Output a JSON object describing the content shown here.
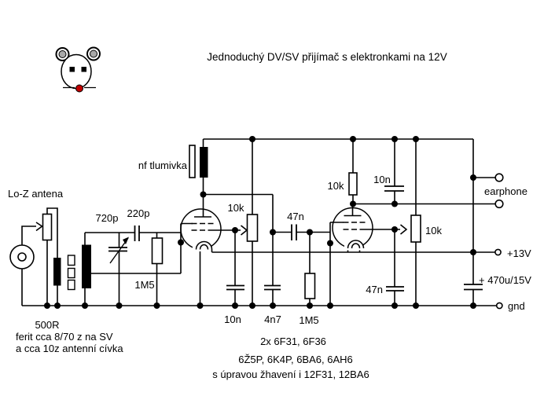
{
  "title": "Jednoduchý DV/SV přijímač s elektronkami na 12V",
  "schematic": {
    "antenna_label": "Lo-Z antena",
    "choke_label": "nf tlumivka",
    "pot_antenna": "500R",
    "note_line1": "ferit cca 8/70 z na SV",
    "note_line2": "a cca 10z antenní cívka",
    "cap_tuning": "720p",
    "cap_grid": "220p",
    "res_gridleak_1": "1M5",
    "pot_regen_1": "10k",
    "cap_bypass_1": "10n",
    "cap_rf": "4n7",
    "cap_coupling": "47n",
    "res_gridleak_2": "1M5",
    "res_anode_2": "10k",
    "cap_anode_2": "10n",
    "pot_volume_2": "10k",
    "cap_bypass_2": "47n",
    "cap_electrolytic": "+ 470u/15V",
    "terminal_earphone": "earphone",
    "terminal_supply": "+13V",
    "terminal_gnd": "gnd",
    "tubes_note_1": "2x 6F31, 6F36",
    "tubes_note_2": "6Ž5P, 6K4P, 6BA6, 6AH6",
    "tubes_note_3": "s úpravou žhavení i 12F31, 12BA6"
  },
  "colors": {
    "wire": "#000000",
    "background": "#ffffff",
    "mouse_nose": "#c00000",
    "mouse_ear_inner": "#a8a8a8"
  }
}
